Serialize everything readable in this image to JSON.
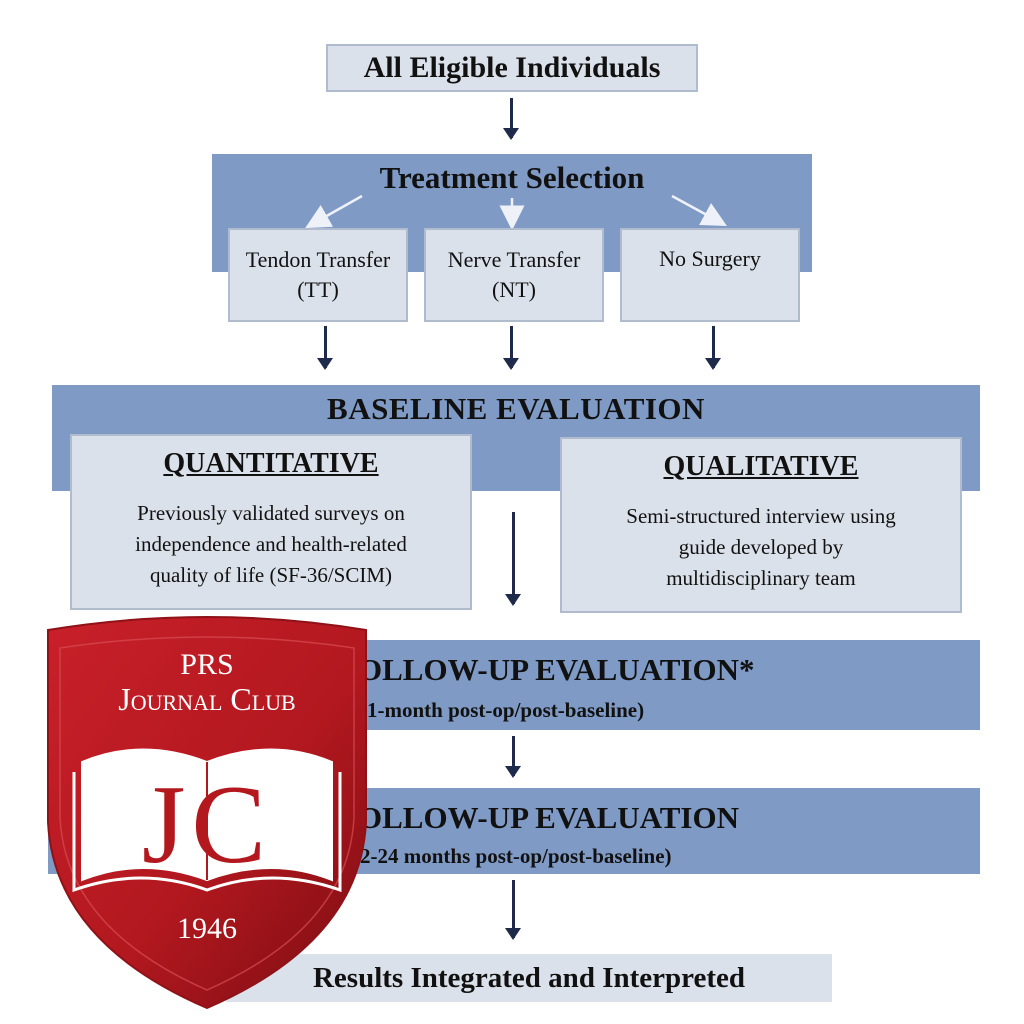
{
  "nodes": {
    "eligible": "All Eligible Individuals",
    "treatment_selection": "Treatment Selection",
    "tendon_transfer": [
      "Tendon Transfer",
      "(TT)"
    ],
    "nerve_transfer": [
      "Nerve Transfer",
      "(NT)"
    ],
    "no_surgery": "No Surgery",
    "baseline": "BASELINE EVALUATION",
    "quantitative": {
      "heading": "QUANTITATIVE",
      "lines": [
        "Previously validated surveys on",
        "independence and health-related",
        "quality of life (SF-36/SCIM)"
      ]
    },
    "qualitative": {
      "heading": "QUALITATIVE",
      "lines": [
        "Semi-structured interview using",
        "guide developed by",
        "multidisciplinary team"
      ]
    },
    "followup1": {
      "title": "OLLOW-UP EVALUATION*",
      "subtitle": "(1-month post-op/post-baseline)"
    },
    "followup2": {
      "title": "OLLOW-UP EVALUATION",
      "subtitle": "2-24 months post-op/post-baseline)"
    },
    "results": "Results Integrated and Interpreted"
  },
  "badge": {
    "line1": "PRS",
    "line2": "Journal Club",
    "monogram": "JC",
    "year": "1946",
    "colors": {
      "shield": "#b3181f",
      "shield_dark": "#7a0d12",
      "text": "#ffffff"
    }
  },
  "colors": {
    "dark_box": "#7f9ac5",
    "light_box": "#dbe1ea",
    "arrow": "#1d2a4a"
  }
}
